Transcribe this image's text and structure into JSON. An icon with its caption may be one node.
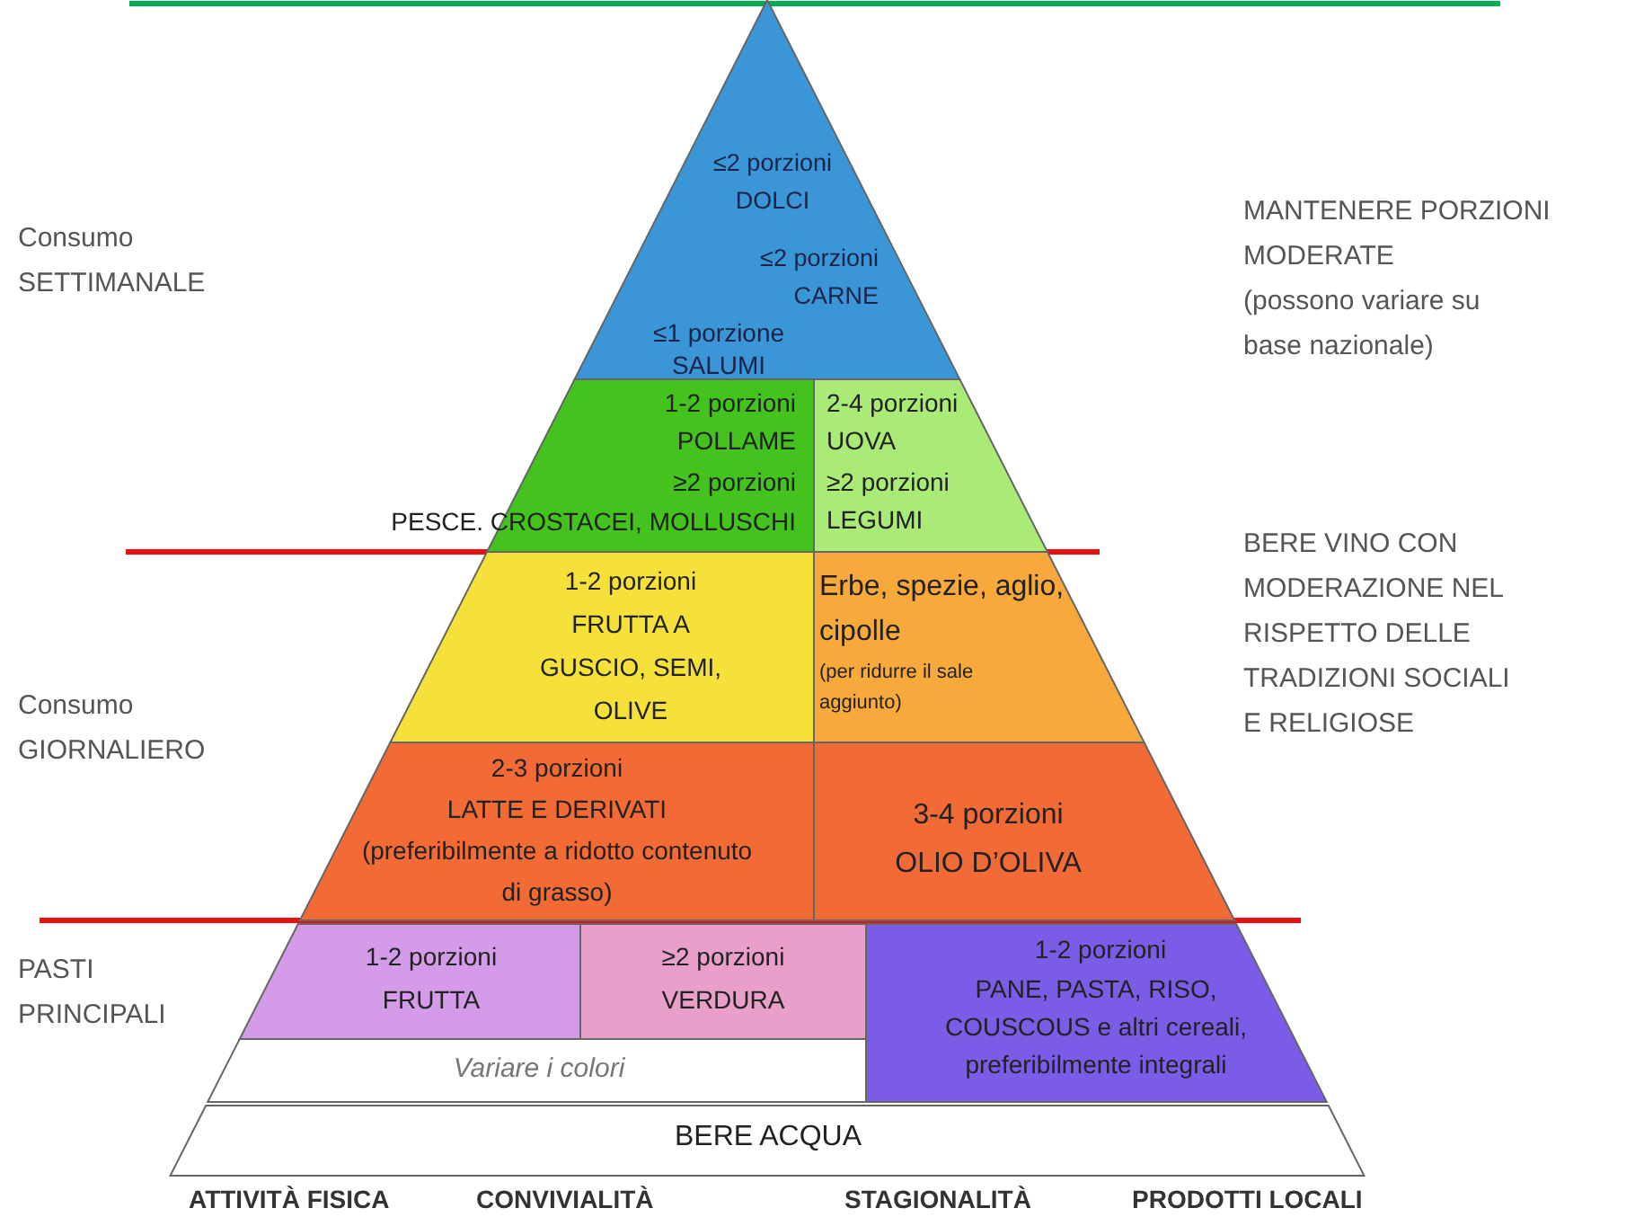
{
  "diagram": {
    "nodes": [
      {
        "text": [
          "≤2 porzioni DOLCI",
          "≤2 porzioni CARNE",
          "≤1 porzione SALUMI"
        ]
      },
      {
        "text": [
          "1-2 porzioni POLLAME",
          "≥2 porzioni",
          "PESCE. CROSTACEI, MOLLUSCHI"
        ]
      },
      {
        "text": [
          "2-4 porzioni UOVA",
          "≥2 porzioni LEGUMI"
        ]
      },
      {
        "text": [
          "1-2 porzioni FRUTTA A GUSCIO, SEMI, OLIVE"
        ]
      },
      {
        "text": [
          "Erbe, spezie, aglio, cipolle",
          "(per ridurre il sale aggiunto)"
        ]
      },
      {
        "text": [
          "2-3 porzioni",
          "LATTE E DERIVATI",
          "(preferibilmente a ridotto contenuto di grasso)"
        ]
      },
      {
        "text": [
          "3-4 porzioni",
          "OLIO D’OLIVA"
        ]
      },
      {
        "text": [
          "1-2 porzioni FRUTTA"
        ]
      },
      {
        "text": [
          "≥2 porzioni VERDURA"
        ]
      },
      {
        "text": [
          "Variare i colori"
        ]
      },
      {
        "text": [
          "1-2 porzioni",
          "PANE, PASTA, RISO, COUSCOUS e altri cereali, preferibilmente integrali"
        ]
      },
      {
        "text": [
          "BERE ACQUA"
        ]
      }
    ],
    "labels": [
      "Consumo SETTIMANALE",
      "MANTENERE PORZIONI MODERATE",
      "(possono variare su base nazionale)",
      "BERE VINO CON MODERAZIONE NEL RISPETTO DELLE TRADIZIONI SOCIALI E RELIGIOSE",
      "Consumo GIORNALIERO",
      "PASTI PRINCIPALI",
      "ATTIVITÀ FISICA",
      "CONVIVIALITÀ",
      "STAGIONALITÀ",
      "PRODOTTI LOCALI"
    ]
  }
}
